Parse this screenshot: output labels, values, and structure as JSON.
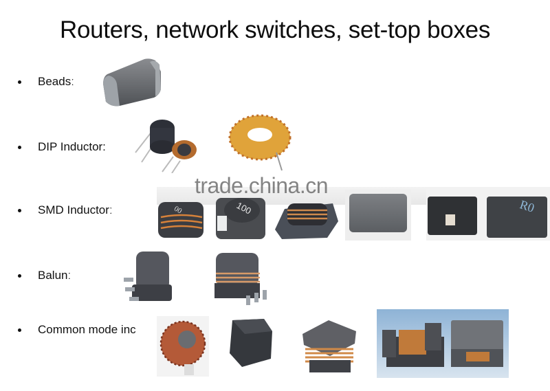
{
  "slide": {
    "title": "Routers, network switches, set-top boxes",
    "watermark": "trade.china.cn",
    "bullets": [
      {
        "label": "Beadsː"
      },
      {
        "label": "DIP Inductor:"
      },
      {
        "label": "SMD Inductorː"
      },
      {
        "label": "Balunː"
      },
      {
        "label": "Common mode inc"
      }
    ],
    "images": {
      "beads": [
        "ferrite-bead-chip"
      ],
      "dip_inductor": [
        "radial-drum-inductors",
        "toroid-inductor"
      ],
      "smd_inductor": [
        "smd-power-inductor-1",
        "smd-power-inductor-100",
        "smd-power-inductor-wound",
        "smd-shielded-inductor",
        "smd-molded-inductor",
        "smd-molded-inductor-r0"
      ],
      "balun": [
        "balun-transformer-1",
        "balun-transformer-2"
      ],
      "common_mode": [
        "toroid-choke",
        "smd-common-mode-choke-black",
        "smd-common-mode-choke-wound",
        "smd-common-mode-chokes-blue-bg"
      ]
    },
    "labels_on_parts": {
      "smd_2": "100",
      "smd_6": "R0",
      "smd_1": "00"
    }
  }
}
